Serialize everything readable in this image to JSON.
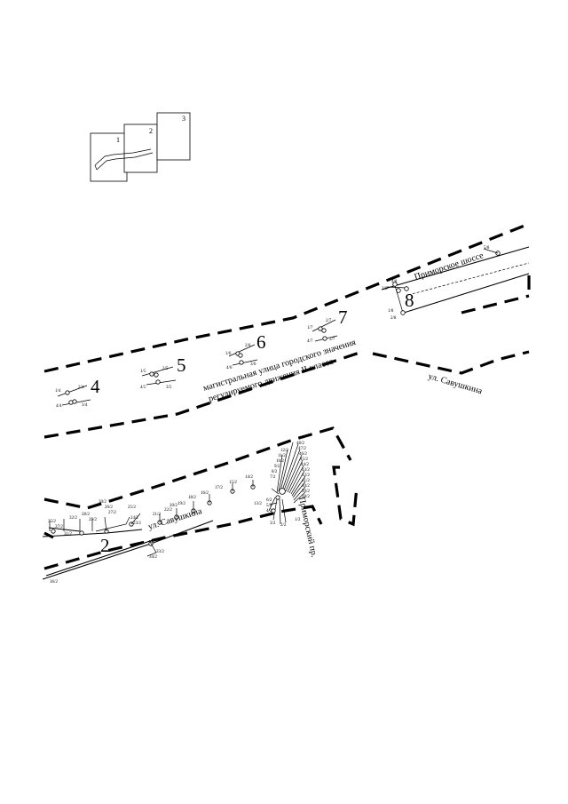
{
  "key_map": {
    "sheets": [
      "1",
      "2",
      "3"
    ]
  },
  "zones": {
    "z2": "2",
    "z4": "4",
    "z5": "5",
    "z6": "6",
    "z7": "7",
    "z8": "8"
  },
  "streets": {
    "primorskoe": "Приморское шоссе",
    "savushkina_right": "ул. Савушкина",
    "savushkina_left": "ул. Савушкина",
    "primorsky_pr": "Приморский пр.",
    "class_line1": "магистральная улица городского значения",
    "class_line2": "регулируемого движения II класса"
  },
  "points": {
    "p4": [
      "1/4",
      "2/4",
      "4/4",
      "3/4"
    ],
    "p5": [
      "1/5",
      "2/5",
      "4/5",
      "3/5"
    ],
    "p6": [
      "1/6",
      "2/6",
      "4/6",
      "3/6"
    ],
    "p7": [
      "1/7",
      "2/7",
      "4/7",
      "3/7"
    ],
    "p8": [
      "5/8",
      "4/8",
      "3/8",
      "1/8",
      "2/8"
    ],
    "p2_left": [
      "35/2",
      "37/2",
      "31/2",
      "32/2",
      "28/2",
      "29/2",
      "30/2",
      "26/2",
      "27/2",
      "25/2",
      "24/2",
      "23/2"
    ],
    "p2_mid": [
      "21/2",
      "22/2",
      "20/2",
      "19/2",
      "18/2",
      "16/2",
      "17/2",
      "15/2",
      "14/2",
      "13/2"
    ],
    "p2_fan": [
      "48/2",
      "47/2",
      "46/2",
      "45/2",
      "44/2",
      "43/2",
      "42/2",
      "41/2",
      "40/2",
      "39/2",
      "38/2",
      "12/2",
      "11/2",
      "10/2",
      "9/2",
      "8/2",
      "7/2",
      "6/2",
      "5/2",
      "4/2",
      "3/2",
      "2/2",
      "1/2"
    ],
    "p2_low": [
      "33/2",
      "34/2",
      "36/2"
    ]
  }
}
